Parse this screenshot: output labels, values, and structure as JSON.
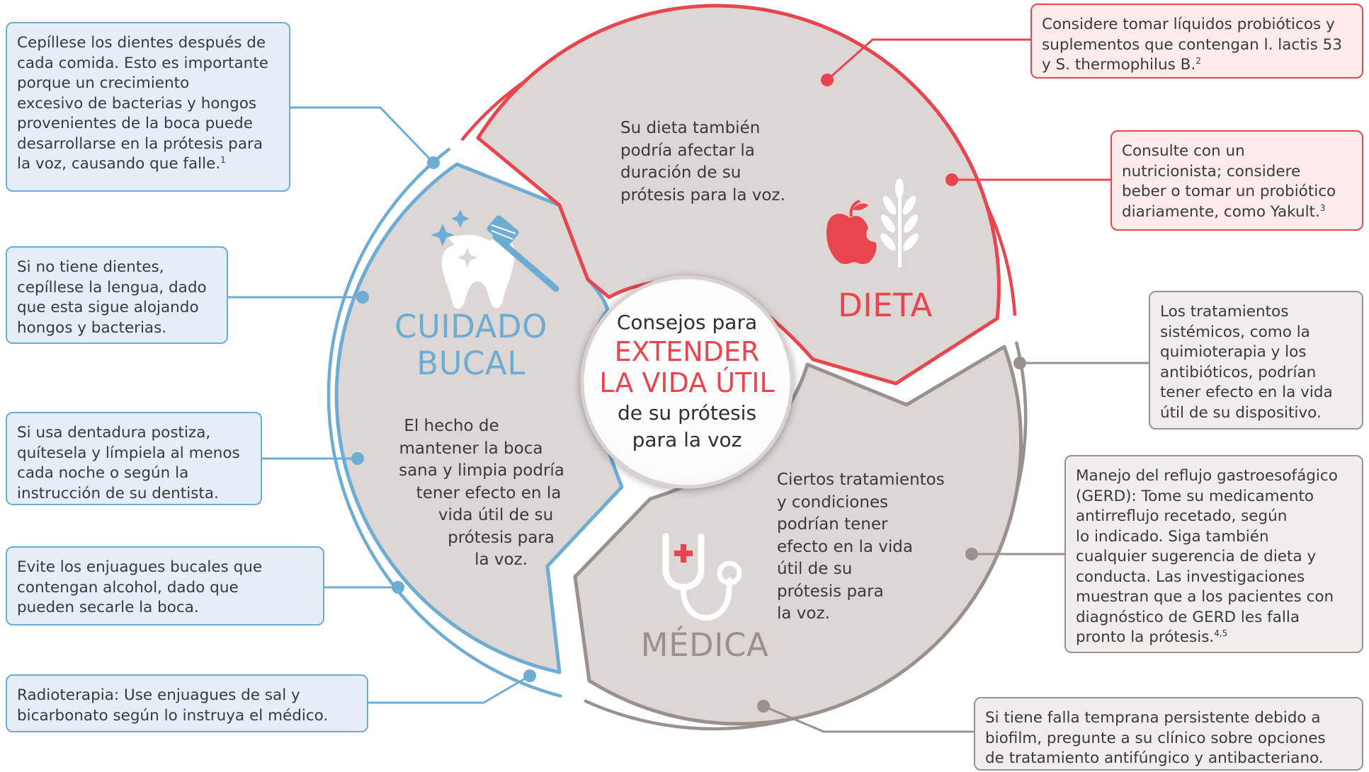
{
  "center": {
    "line1": "Consejos para",
    "line2": "EXTENDER",
    "line3": "LA VIDA ÚTIL",
    "line4": "de su prótesis",
    "line5": "para la voz"
  },
  "segments": {
    "cuidado": {
      "title_line1": "CUIDADO",
      "title_line2": "BUCAL",
      "text": [
        "El hecho de",
        "mantener la boca",
        "sana y limpia podría",
        "tener efecto en la",
        "vida útil de su",
        "prótesis para",
        "la voz."
      ]
    },
    "dieta": {
      "title": "DIETA",
      "text": [
        "Su dieta también",
        "podría afectar la",
        "duración de su",
        "prótesis para la voz."
      ]
    },
    "medica": {
      "title": "MÉDICA",
      "text": [
        "Ciertos tratamientos",
        "y condiciones",
        "podrían tener",
        "efecto en la vida",
        "útil de su",
        "prótesis para",
        "la voz."
      ]
    }
  },
  "boxes": {
    "left": [
      {
        "lines": [
          "Cepíllese los dientes después de",
          "cada comida. Esto es importante",
          "porque un crecimiento",
          "excesivo de bacterias y hongos",
          "provenientes de la boca puede",
          "desarrollarse en la prótesis para",
          "la voz, causando que falle."
        ],
        "ref": "1"
      },
      {
        "lines": [
          "Si no tiene dientes,",
          "cepíllese la lengua, dado",
          "que esta sigue alojando",
          "hongos y bacterias."
        ],
        "ref": ""
      },
      {
        "lines": [
          "Si usa dentadura postiza,",
          "quítesela y límpiela al menos",
          "cada noche o según la",
          "instrucción de su dentista."
        ],
        "ref": ""
      },
      {
        "lines": [
          "Evite los enjuagues bucales que",
          "contengan alcohol, dado que",
          "pueden secarle la boca."
        ],
        "ref": ""
      },
      {
        "lines": [
          "Radioterapia: Use enjuagues de sal y",
          "bicarbonato según lo instruya el médico."
        ],
        "ref": ""
      }
    ],
    "right": [
      {
        "lines": [
          "Considere tomar líquidos probióticos y",
          "suplementos que contengan l. lactis 53",
          "y S. thermophilus B."
        ],
        "ref": "2"
      },
      {
        "lines": [
          "Consulte con un",
          "nutricionista; considere",
          "beber o tomar un probiótico",
          "diariamente, como Yakult."
        ],
        "ref": "3"
      },
      {
        "lines": [
          "Los tratamientos",
          "sistémicos, como la",
          "quimioterapia y los",
          "antibióticos, podrían",
          "tener efecto en la vida",
          "útil de su dispositivo."
        ],
        "ref": ""
      },
      {
        "lines": [
          "Manejo del reflujo gastroesofágico",
          "(GERD): Tome su medicamento",
          "antirreflujo recetado, según",
          "lo indicado. Siga también",
          "cualquier sugerencia de dieta y",
          "conducta. Las investigaciones",
          "muestran que a los pacientes con",
          "diagnóstico de GERD les falla",
          "pronto la prótesis."
        ],
        "ref": "4,5"
      },
      {
        "lines": [
          "Si tiene falla temprana persistente debido a",
          "biofilm, pregunte a su clínico sobre opciones",
          "de tratamiento antifúngico y antibacteriano."
        ],
        "ref": ""
      }
    ]
  },
  "icons": {
    "cuidado": "tooth-toothbrush-icon",
    "dieta": "apple-wheat-icon",
    "medica": "stethoscope-icon"
  },
  "colors": {
    "blue": "#6dadd4",
    "red": "#e8454f",
    "gray": "#9a918f",
    "segment_fill": "#dcd6d4"
  }
}
